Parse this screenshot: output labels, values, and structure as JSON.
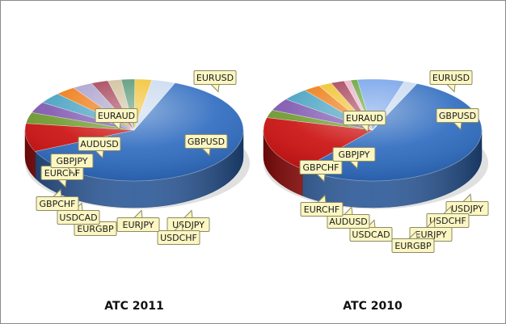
{
  "chart_data": [
    {
      "type": "pie",
      "title": "ATC 2011",
      "categories": [
        "EURUSD",
        "GBPUSD",
        "USDJPY",
        "USDCHF",
        "EURJPY",
        "EURGBP",
        "USDCAD",
        "GBPCHF",
        "EURCHF",
        "GBPJPY",
        "AUDUSD",
        "EURAUD"
      ],
      "values": [
        62.0,
        9.0,
        3.5,
        3.5,
        3.5,
        3.0,
        3.0,
        2.5,
        2.0,
        2.0,
        2.5,
        3.5
      ],
      "colors": [
        "#2f6cc0",
        "#cc1111",
        "#6e9a2e",
        "#8058b0",
        "#48a2c2",
        "#ee7a12",
        "#a9a0cc",
        "#a23a52",
        "#cdbd96",
        "#4d9170",
        "#f0c02a",
        "#c8d9f0"
      ]
    },
    {
      "type": "pie",
      "title": "ATC 2010",
      "categories": [
        "EURUSD",
        "GBPUSD",
        "USDJPY",
        "USDCHF",
        "EURJPY",
        "EURGBP",
        "USDCAD",
        "AUDUSD",
        "EURCHF",
        "GBPCHF",
        "GBPJPY",
        "EURAUD"
      ],
      "values": [
        55.0,
        18.0,
        2.5,
        4.0,
        4.0,
        2.5,
        2.0,
        2.0,
        1.0,
        1.0,
        7.0,
        2.0
      ],
      "colors": [
        "#2f6cc0",
        "#cc1111",
        "#6e9a2e",
        "#8058b0",
        "#48a2c2",
        "#ee7a12",
        "#f0c02a",
        "#a23a52",
        "#e8b0c8",
        "#5aa02a",
        "#6f9ee8",
        "#c8d9f0"
      ]
    }
  ]
}
